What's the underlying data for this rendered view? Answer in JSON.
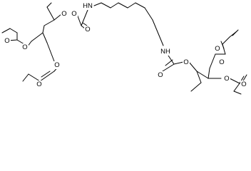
{
  "structure": {
    "atom_labels": {
      "o_ester_left": "O",
      "o_carbonyl_left": "O",
      "o_link_top_left": "O",
      "o_carbonyl_left_lower": "O",
      "o_link_lower_left": "O",
      "o_carbamate_top": "O",
      "o_carbonyl_carbamate_top": "O",
      "nh_top": "HN",
      "nh_bottom": "NH",
      "o_carbonyl_carbamate_bottom": "O",
      "o_carbamate_bottom": "O",
      "o_link_right_upper": "O",
      "o_carbonyl_right_upper": "O",
      "o_link_right_lower": "O",
      "o_carbonyl_right_lower": "O"
    }
  }
}
